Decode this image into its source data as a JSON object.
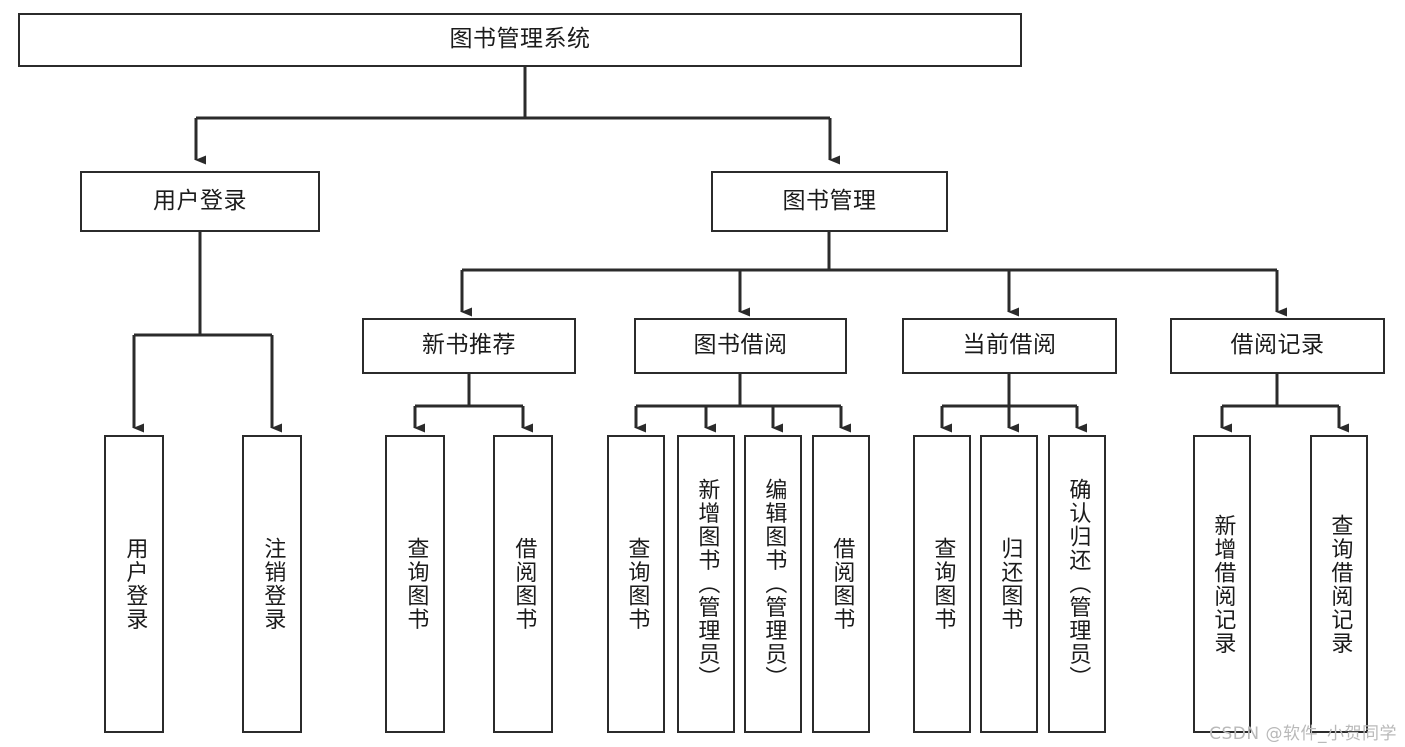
{
  "diagram": {
    "title": "图书管理系统",
    "type": "hierarchy-tree",
    "watermark": "CSDN @软件_小贺同学",
    "colors": {
      "stroke": "#2b2b2b",
      "fill": "#ffffff",
      "text": "#1b1b1b",
      "watermark": "#b9b9b9"
    },
    "root": {
      "label": "图书管理系统"
    },
    "level2": [
      {
        "label": "用户登录"
      },
      {
        "label": "图书管理"
      }
    ],
    "level3": [
      {
        "label": "新书推荐"
      },
      {
        "label": "图书借阅"
      },
      {
        "label": "当前借阅"
      },
      {
        "label": "借阅记录"
      }
    ],
    "leaves": {
      "user_login": [
        {
          "label": "用户登录"
        },
        {
          "label": "注销登录"
        }
      ],
      "new_book": [
        {
          "label": "查询图书"
        },
        {
          "label": "借阅图书"
        }
      ],
      "book_borrow": [
        {
          "label": "查询图书"
        },
        {
          "label": "新增图书（管理员）"
        },
        {
          "label": "编辑图书（管理员）"
        },
        {
          "label": "借阅图书"
        }
      ],
      "current_borrow": [
        {
          "label": "查询图书"
        },
        {
          "label": "归还图书"
        },
        {
          "label": "确认归还（管理员）"
        }
      ],
      "borrow_record": [
        {
          "label": "新增借阅记录"
        },
        {
          "label": "查询借阅记录"
        }
      ]
    }
  }
}
